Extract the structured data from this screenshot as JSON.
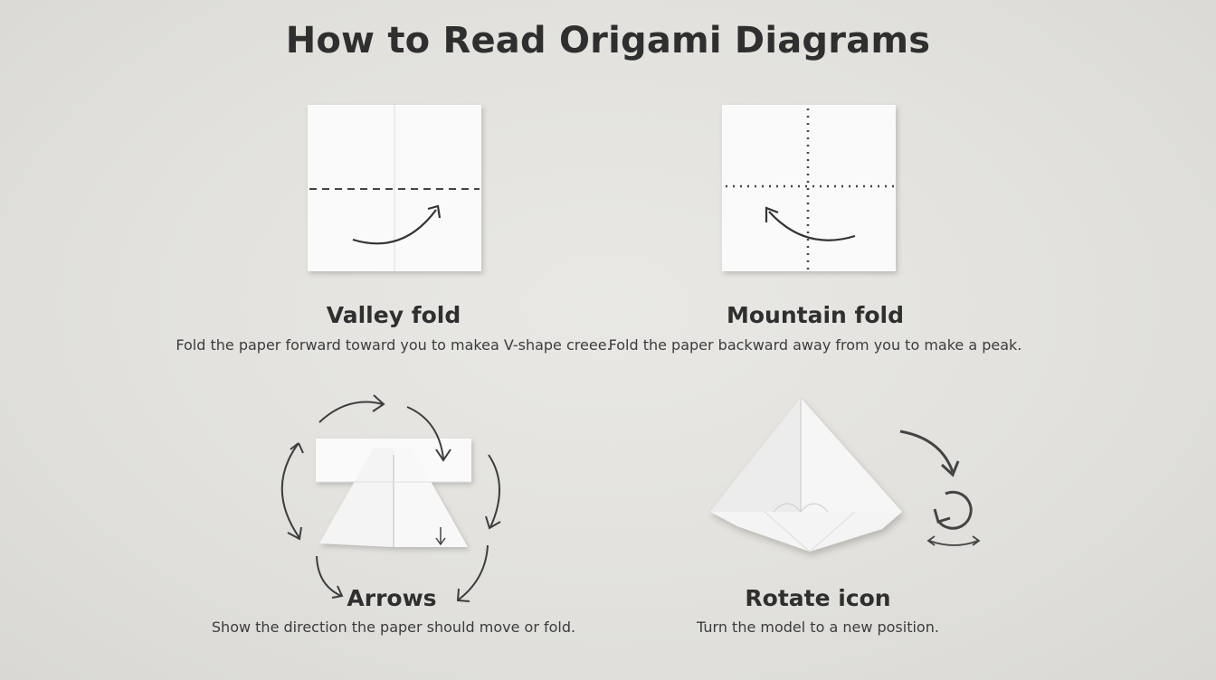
{
  "title": "How to Read Origami Diagrams",
  "sections": [
    {
      "label": "Valley fold",
      "description": "Fold the paper forward toward you to makea V-shape creee."
    },
    {
      "label": "Mountain fold",
      "description": "Fold the paper backward away from you to make a peak."
    },
    {
      "label": "Arrows",
      "description": "Show the direction the paper should move or fold."
    },
    {
      "label": "Rotate icon",
      "description": "Turn the model to a new position."
    }
  ],
  "colors": {
    "background": "#e4e3df",
    "paper": "#fafafa",
    "ink": "#3a3a3a"
  },
  "icons": [
    "curved-arrow-icon",
    "rotate-icon"
  ]
}
